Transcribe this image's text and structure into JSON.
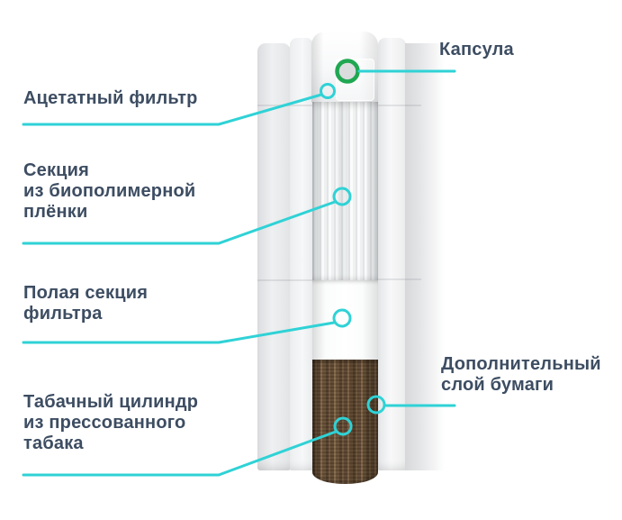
{
  "colors": {
    "label_text": "#3d4d62",
    "connector": "#2fd2d6",
    "capsule_ring": "#1fa752",
    "tobacco_base": "#63492f",
    "paper_panel": "#ededee"
  },
  "labels": {
    "capsule": "Капсула",
    "acetate_filter": "Ацетатный фильтр",
    "biopolymer_section": "Секция\nиз биополимерной\nплёнки",
    "hollow_filter_section": "Полая секция\nфильтра",
    "tobacco_cylinder": "Табачный цилиндр\nиз прессованного\nтабака",
    "additional_paper_layer": "Дополнительный\nслой бумаги"
  }
}
